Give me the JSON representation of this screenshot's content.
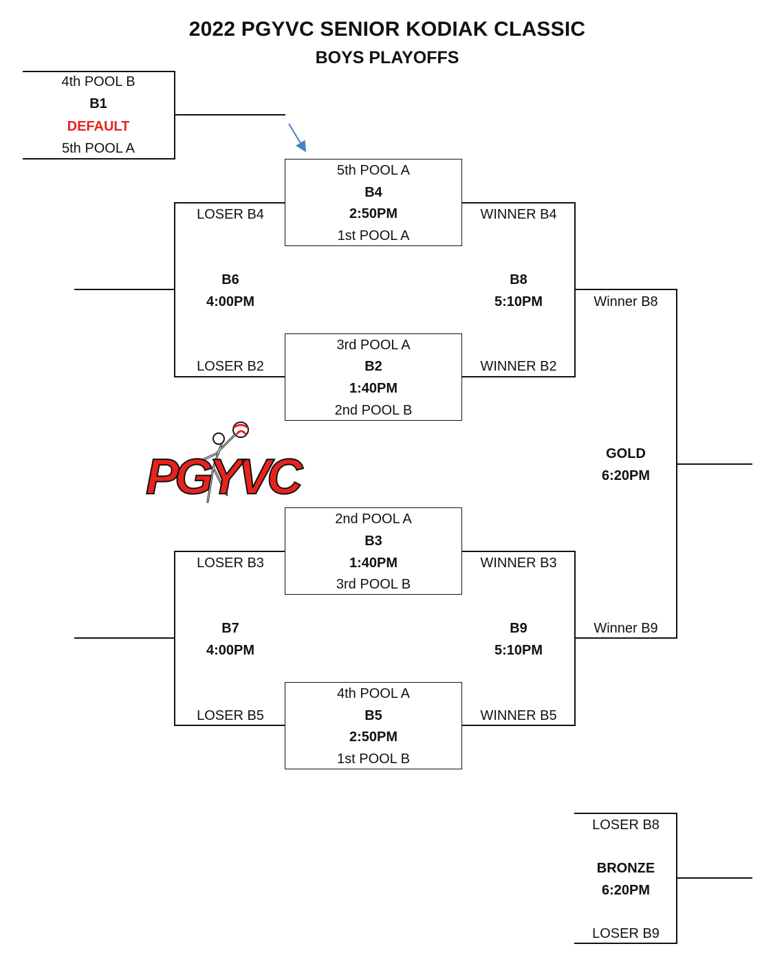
{
  "header": {
    "title": "2022 PGYVC SENIOR KODIAK CLASSIC",
    "subtitle": "BOYS PLAYOFFS"
  },
  "logo": {
    "text": "PGYVC",
    "color": "#e8231d"
  },
  "b1": {
    "top": "4th POOL B",
    "game": "B1",
    "status": "DEFAULT",
    "bottom": "5th POOL A"
  },
  "b4": {
    "top": "5th POOL A",
    "game": "B4",
    "time": "2:50PM",
    "bottom": "1st POOL A"
  },
  "b2": {
    "top": "3rd POOL A",
    "game": "B2",
    "time": "1:40PM",
    "bottom": "2nd POOL B"
  },
  "b3": {
    "top": "2nd POOL A",
    "game": "B3",
    "time": "1:40PM",
    "bottom": "3rd POOL B"
  },
  "b5": {
    "top": "4th POOL A",
    "game": "B5",
    "time": "2:50PM",
    "bottom": "1st POOL B"
  },
  "b6": {
    "top": "LOSER B4",
    "game": "B6",
    "time": "4:00PM",
    "bottom": "LOSER B2"
  },
  "b7": {
    "top": "LOSER B3",
    "game": "B7",
    "time": "4:00PM",
    "bottom": "LOSER B5"
  },
  "b8": {
    "top": "WINNER B4",
    "game": "B8",
    "time": "5:10PM",
    "bottom": "WINNER B2"
  },
  "b9": {
    "top": "WINNER B3",
    "game": "B9",
    "time": "5:10PM",
    "bottom": "WINNER B5"
  },
  "gold": {
    "top": "Winner B8",
    "game": "GOLD",
    "time": "6:20PM",
    "bottom": "Winner B9"
  },
  "bronze": {
    "top": "LOSER B8",
    "game": "BRONZE",
    "time": "6:20PM",
    "bottom": "LOSER B9"
  },
  "colors": {
    "accent": "#e8231d",
    "arrow": "#4a7fc1",
    "line": "#111111"
  }
}
